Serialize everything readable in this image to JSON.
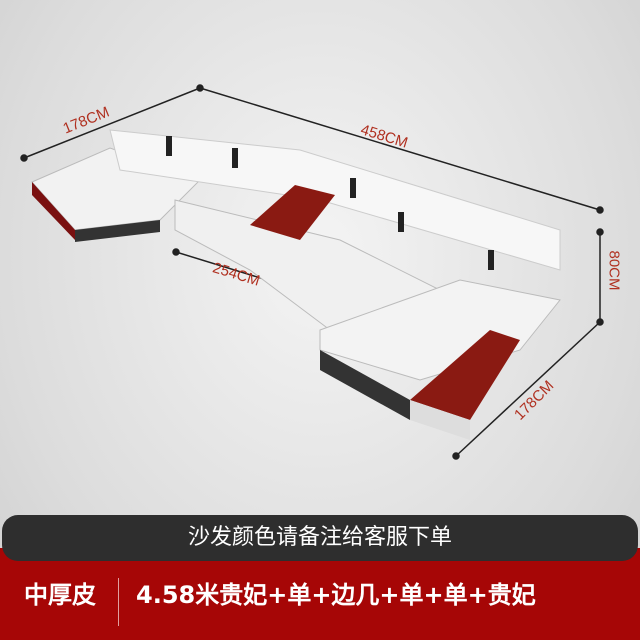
{
  "dimensions": {
    "left_depth": "178CM",
    "total_length": "458CM",
    "middle_length": "254CM",
    "height": "80CM",
    "right_depth": "178CM"
  },
  "notice": "沙发颜色请备注给客服下单",
  "material": "中厚皮",
  "configuration": "4.58米贵妃+单+边几+单+单+贵妃",
  "colors": {
    "accent_red": "#a60606",
    "dim_text": "#b03020",
    "pill": "#2e2e2e"
  }
}
